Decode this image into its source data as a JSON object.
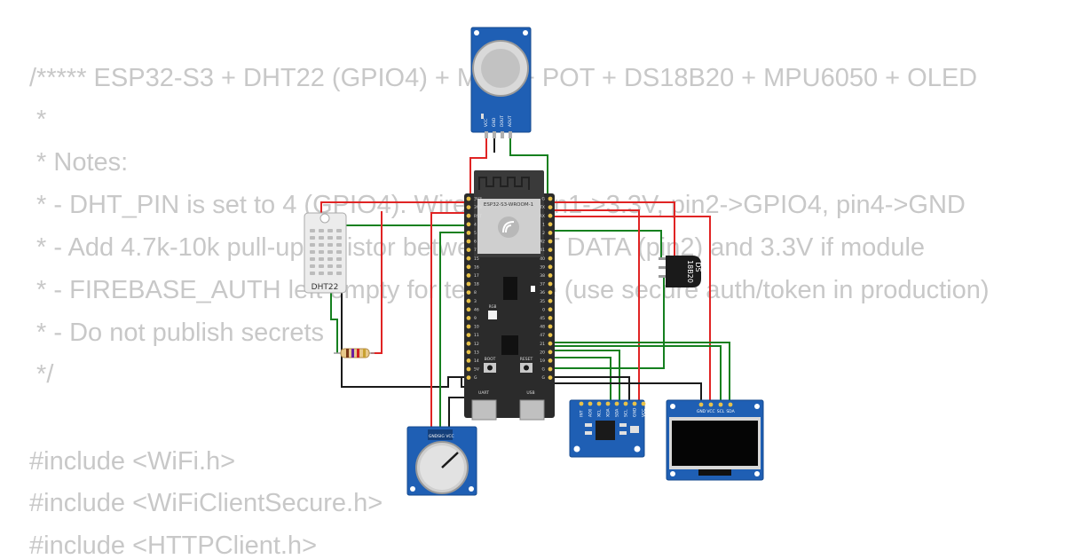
{
  "code_lines": [
    "/***** ESP32-S3 + DHT22 (GPIO4) + MQ2 + POT + DS18B20 + MPU6050 + OLED",
    " *",
    " * Notes:",
    " * - DHT_PIN is set to 4 (GPIO4). Wire DHT pin1->3.3V, pin2->GPIO4, pin4->GND",
    " * - Add 4.7k-10k pull-up resistor between DHT DATA (pin2) and 3.3V if module",
    " * - FIREBASE_AUTH left empty for test mode (use secure auth/token in production)",
    " * - Do not publish secrets",
    " */",
    "",
    "#include <WiFi.h>",
    "#include <WiFiClientSecure.h>",
    "#include <HTTPClient.h>"
  ],
  "components": {
    "esp32": {
      "module_label": "ESP32-S3-WROOM-1",
      "boot_label": "BOOT",
      "reset_label": "RESET",
      "rgb_label": "RGB",
      "uart_label": "UART",
      "usb_label": "USB",
      "left_pins": [
        "3V3",
        "3V3",
        "RST",
        "4",
        "5",
        "6",
        "7",
        "15",
        "16",
        "17",
        "18",
        "8",
        "3",
        "46",
        "9",
        "10",
        "11",
        "12",
        "13",
        "14",
        "5V",
        "G"
      ],
      "right_pins": [
        "G",
        "TX",
        "RX",
        "1",
        "2",
        "42",
        "41",
        "40",
        "39",
        "38",
        "37",
        "36",
        "35",
        "0",
        "45",
        "48",
        "47",
        "21",
        "20",
        "19",
        "G",
        "G"
      ]
    },
    "dht22": {
      "label": "DHT22"
    },
    "ds18b20": {
      "label_line1": "DS",
      "label_line2": "18B20"
    },
    "mq2": {
      "pins": [
        "VCC",
        "GND",
        "DOUT",
        "AOUT"
      ]
    },
    "potentiometer": {
      "pins": [
        "GND",
        "SIG",
        "VCC"
      ]
    },
    "mpu6050": {
      "pins": [
        "INT",
        "AD0",
        "XCL",
        "XDA",
        "SDA",
        "SCL",
        "GND",
        "VCC"
      ]
    },
    "oled": {
      "pins": [
        "GND",
        "VCC",
        "SCL",
        "SDA"
      ]
    }
  },
  "colors": {
    "wire_red": "#e02424",
    "wire_green": "#15801f",
    "wire_black": "#1a1a1a",
    "board_blue": "#1f5fb4",
    "esp_board": "#2b2b2b"
  }
}
